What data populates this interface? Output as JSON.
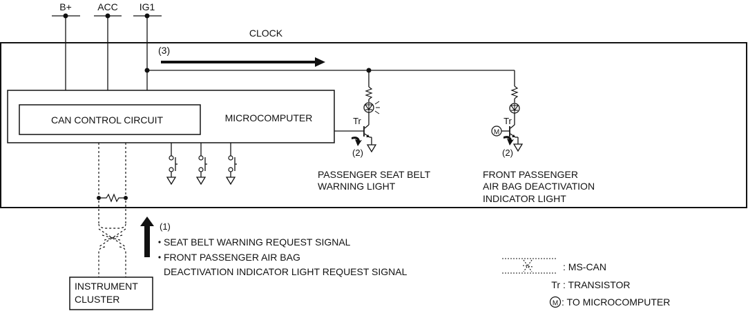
{
  "diagram": {
    "title": "CLOCK",
    "power_terminals": [
      "B+",
      "ACC",
      "IG1"
    ],
    "blocks": {
      "microcomputer": "MICROCOMPUTER",
      "can_control_circuit": "CAN CONTROL CIRCUIT",
      "instrument_cluster": [
        "INSTRUMENT",
        "CLUSTER"
      ]
    },
    "flow_labels": {
      "step1": "(1)",
      "step2a": "(2)",
      "step2b": "(2)",
      "step3": "(3)"
    },
    "transistor_label": "Tr",
    "microcomputer_marker": "M",
    "lights": {
      "seat_belt": [
        "PASSENGER SEAT BELT",
        "WARNING LIGHT"
      ],
      "airbag": [
        "FRONT PASSENGER",
        "AIR BAG DEACTIVATION",
        "INDICATOR LIGHT"
      ]
    },
    "signals": [
      "SEAT BELT WARNING REQUEST SIGNAL",
      "FRONT PASSENGER AIR BAG",
      "DEACTIVATION INDICATOR LIGHT REQUEST SIGNAL"
    ],
    "legend": {
      "ms_can": ": MS-CAN",
      "transistor_key": "Tr",
      "transistor": ": TRANSISTOR",
      "microcomputer_key": "M",
      "microcomputer": ": TO MICROCOMPUTER"
    }
  }
}
